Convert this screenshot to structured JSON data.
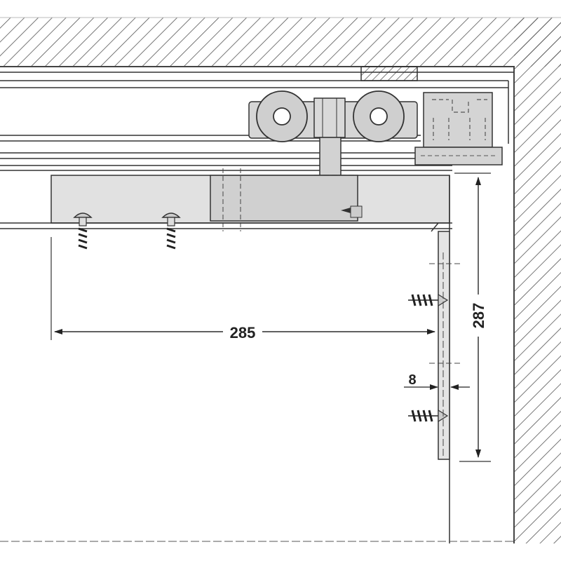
{
  "dimensions": {
    "horizontal_width": "285",
    "vertical_height": "287",
    "edge_offset": "8"
  },
  "colors": {
    "line": "#333333",
    "part_fill": "#dcdcdc",
    "roller_fill": "#cfcfcf",
    "background": "#ffffff"
  }
}
